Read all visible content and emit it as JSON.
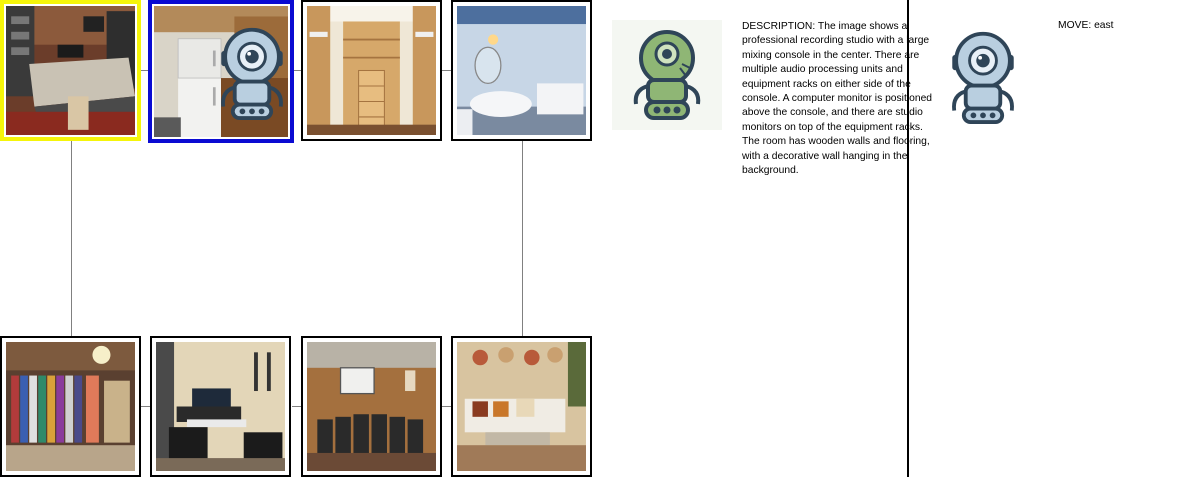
{
  "description": {
    "label": "DESCRIPTION:",
    "text": "The image shows a professional recording studio with a large mixing console in the center. There are multiple audio processing units and equipment racks on either side of the console. A computer monitor is positioned above the console, and there are studio monitors on top of the equipment racks. The room has wooden walls and flooring, with a decorative wall hanging in the background."
  },
  "move": {
    "label": "MOVE:",
    "direction": "east"
  },
  "map": {
    "rooms": [
      {
        "id": "recording-studio",
        "state": "visited"
      },
      {
        "id": "kitchen",
        "state": "current"
      },
      {
        "id": "walk-in-closet",
        "state": "normal"
      },
      {
        "id": "bathroom",
        "state": "normal"
      },
      {
        "id": "wardrobe-room",
        "state": "normal"
      },
      {
        "id": "home-studio",
        "state": "normal"
      },
      {
        "id": "home-theater",
        "state": "normal"
      },
      {
        "id": "living-room",
        "state": "normal"
      }
    ]
  },
  "colors": {
    "visited_border": "#f5f50a",
    "current_border": "#0a0ad2",
    "edge": "#808080",
    "robot_body": "#b9cfe0",
    "avatar_body": "#8fb675"
  },
  "icons": {
    "map_agent": "robot-icon",
    "avatar": "green-robot-icon",
    "move_agent": "robot-icon"
  }
}
